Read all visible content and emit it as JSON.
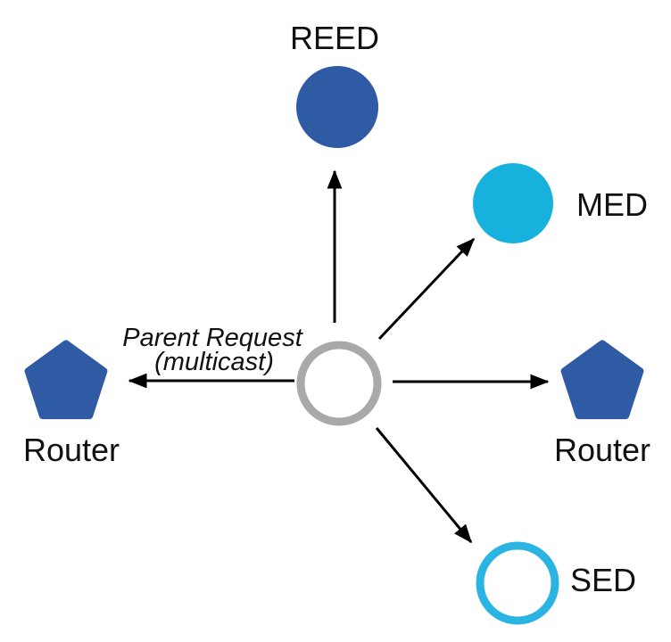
{
  "diagram": {
    "annotation": {
      "line1": "Parent Request",
      "line2": "(multicast)"
    },
    "nodes": {
      "reed": {
        "label": "REED",
        "shape": "filled-circle"
      },
      "med": {
        "label": "MED",
        "shape": "filled-circle"
      },
      "sed": {
        "label": "SED",
        "shape": "outlined-circle"
      },
      "router_left": {
        "label": "Router",
        "shape": "pentagon"
      },
      "router_right": {
        "label": "Router",
        "shape": "pentagon"
      },
      "center": {
        "label": "",
        "shape": "outlined-circle"
      }
    },
    "colors": {
      "router_blue": "#2e5ba4",
      "med_cyan": "#16b1dd",
      "sed_cyan": "#29b4e4",
      "center_gray": "#a9a9a9",
      "arrow_black": "#000000",
      "label_text": "#111111",
      "background": "#ffffff"
    }
  }
}
